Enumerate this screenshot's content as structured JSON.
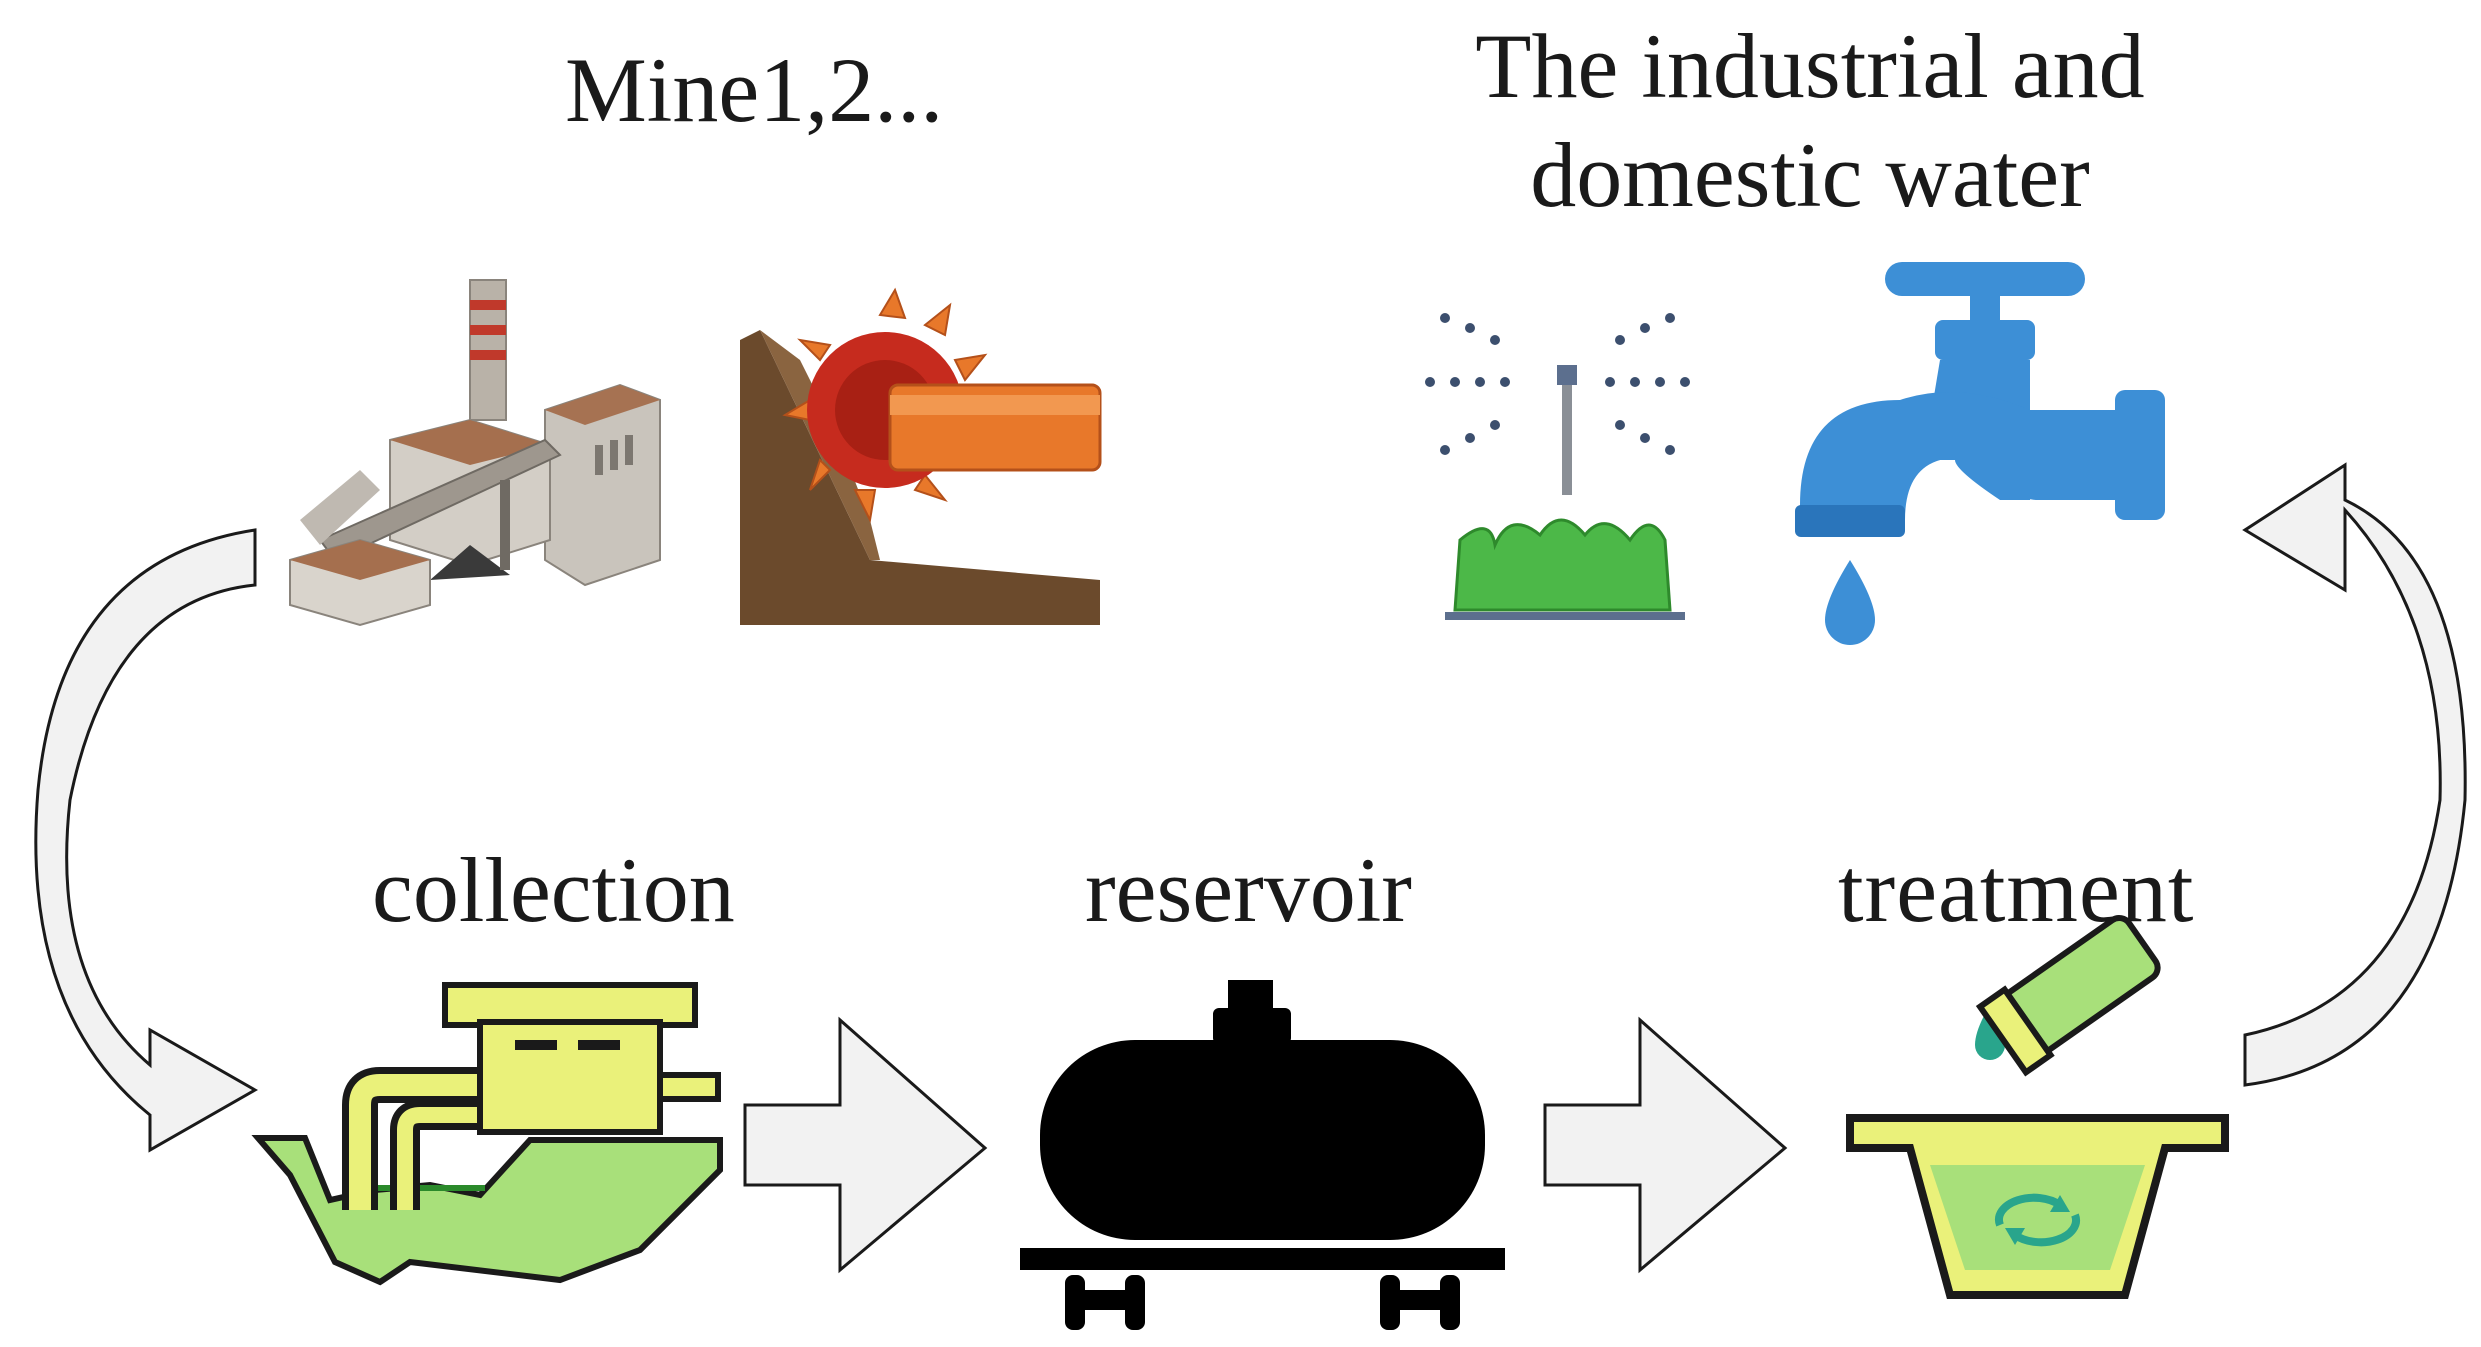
{
  "diagram": {
    "sources": {
      "label": "Mine1,2...",
      "icons": [
        "factory-icon",
        "excavator-wheel-icon"
      ]
    },
    "end_use": {
      "label_line1": "The industrial and",
      "label_line2": "domestic water",
      "icons": [
        "sprinkler-icon",
        "water-tap-icon"
      ]
    },
    "stages": [
      {
        "label": "collection",
        "icon": "collection-pit-icon"
      },
      {
        "label": "reservoir",
        "icon": "tank-wagon-icon"
      },
      {
        "label": "treatment",
        "icon": "treatment-basin-icon"
      }
    ],
    "colors": {
      "arrow_fill": "#f2f2f2",
      "arrow_stroke": "#1a1a1a",
      "brick": "#b07a55",
      "orange": "#e8782a",
      "red": "#c62b1e",
      "soil": "#6b4a2c",
      "green": "#4cb848",
      "blue": "#3d8fd6",
      "yellow": "#eaf17a",
      "light_green": "#a8e07a",
      "teal": "#29a58c"
    }
  }
}
